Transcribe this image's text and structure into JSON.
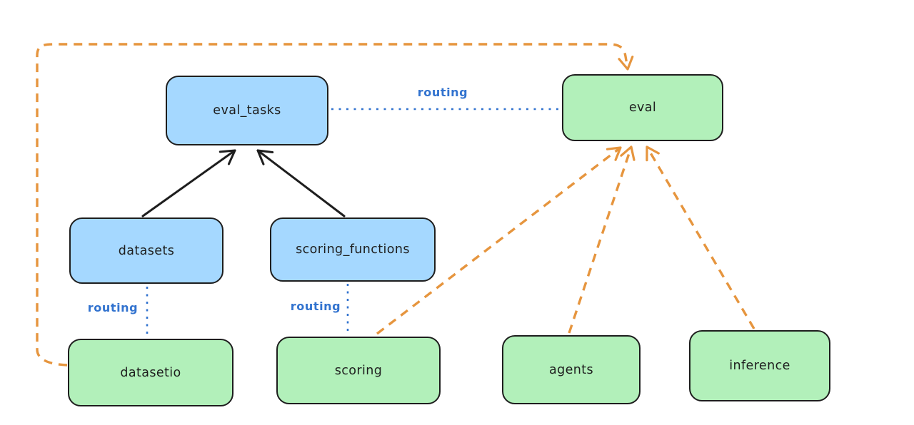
{
  "diagram": {
    "nodes": [
      {
        "id": "eval_tasks",
        "label": "eval_tasks",
        "kind": "registry",
        "fill": "#a5d8ff"
      },
      {
        "id": "eval",
        "label": "eval",
        "kind": "api",
        "fill": "#b2f0ba"
      },
      {
        "id": "datasets",
        "label": "datasets",
        "kind": "registry",
        "fill": "#a5d8ff"
      },
      {
        "id": "scoring_functions",
        "label": "scoring_functions",
        "kind": "registry",
        "fill": "#a5d8ff"
      },
      {
        "id": "datasetio",
        "label": "datasetio",
        "kind": "api",
        "fill": "#b2f0ba"
      },
      {
        "id": "scoring",
        "label": "scoring",
        "kind": "api",
        "fill": "#b2f0ba"
      },
      {
        "id": "agents",
        "label": "agents",
        "kind": "api",
        "fill": "#b2f0ba"
      },
      {
        "id": "inference",
        "label": "inference",
        "kind": "api",
        "fill": "#b2f0ba"
      }
    ],
    "edges": [
      {
        "from": "datasets",
        "to": "eval_tasks",
        "style": "solid-black",
        "label": ""
      },
      {
        "from": "scoring_functions",
        "to": "eval_tasks",
        "style": "solid-black",
        "label": ""
      },
      {
        "from": "eval_tasks",
        "to": "eval",
        "style": "dotted-blue",
        "label": "routing"
      },
      {
        "from": "datasets",
        "to": "datasetio",
        "style": "dotted-blue",
        "label": "routing"
      },
      {
        "from": "scoring_functions",
        "to": "scoring",
        "style": "dotted-blue",
        "label": "routing"
      },
      {
        "from": "datasetio",
        "to": "eval",
        "style": "dashed-orange",
        "label": ""
      },
      {
        "from": "scoring",
        "to": "eval",
        "style": "dashed-orange",
        "label": ""
      },
      {
        "from": "agents",
        "to": "eval",
        "style": "dashed-orange",
        "label": ""
      },
      {
        "from": "inference",
        "to": "eval",
        "style": "dashed-orange",
        "label": ""
      }
    ],
    "colors": {
      "blue_fill": "#a5d8ff",
      "green_fill": "#b2f0ba",
      "node_stroke": "#1e1e1e",
      "routing_blue": "#3273cf",
      "orange_dash": "#e6953e",
      "background": "#ffffff"
    }
  }
}
